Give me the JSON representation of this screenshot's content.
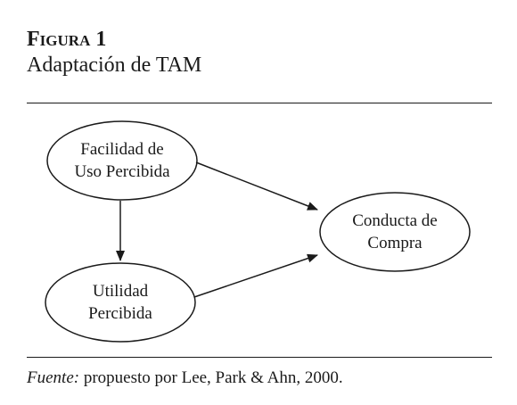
{
  "figure": {
    "label_first": "F",
    "label_rest": "igura",
    "number": "1",
    "subtitle": "Adaptación de TAM"
  },
  "nodes": {
    "ease_of_use": {
      "line1": "Facilidad de",
      "line2": "Uso Percibida"
    },
    "usefulness": {
      "line1": "Utilidad",
      "line2": "Percibida"
    },
    "purchase": {
      "line1": "Conducta de",
      "line2": "Compra"
    }
  },
  "source": {
    "label": "Fuente:",
    "text": "propuesto por Lee, Park & Ahn, 2000."
  }
}
